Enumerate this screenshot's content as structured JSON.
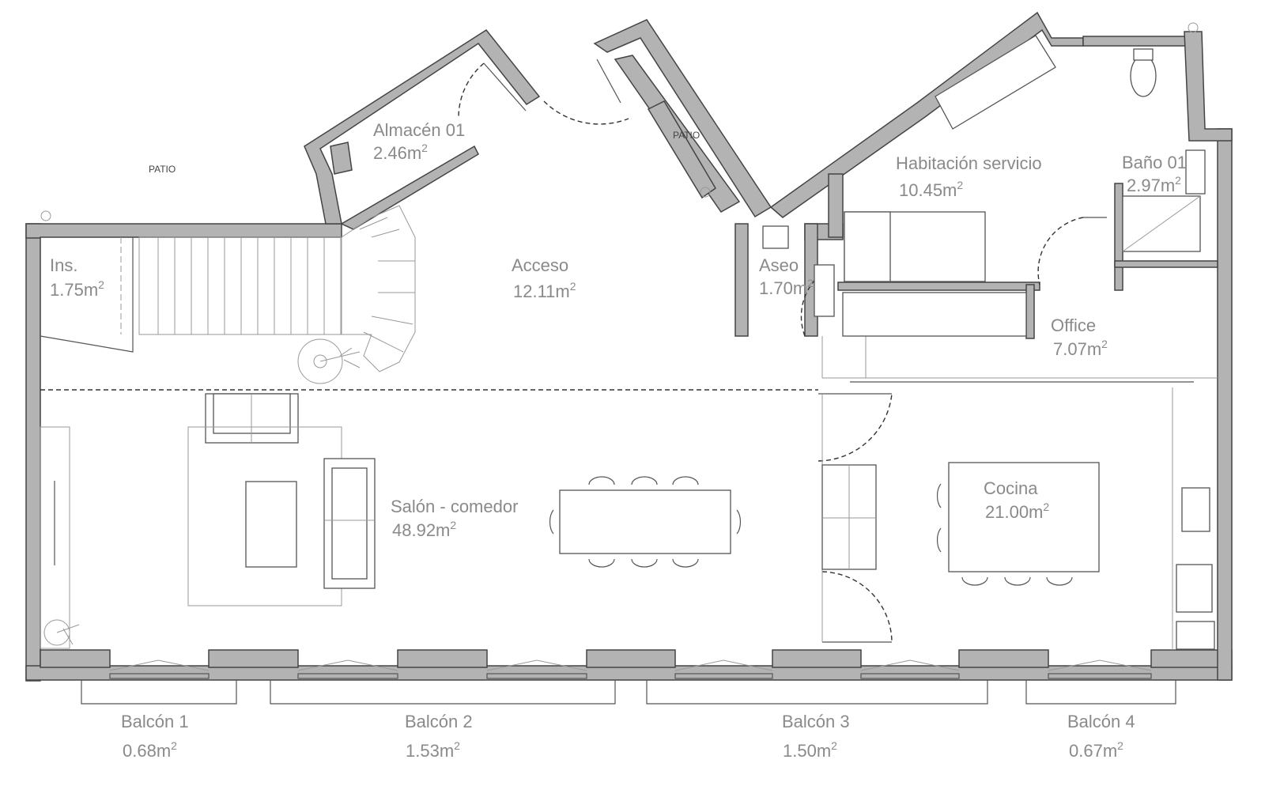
{
  "rooms": {
    "almacen": {
      "name": "Almacén 01",
      "area": "2.46m",
      "sup": "2"
    },
    "ins": {
      "name": "Ins.",
      "area": "1.75m",
      "sup": "2"
    },
    "acceso": {
      "name": "Acceso",
      "area": "12.11m",
      "sup": "2"
    },
    "aseo": {
      "name": "Aseo",
      "area": "1.70m",
      "sup": "2"
    },
    "habitacion": {
      "name": "Habitación servicio",
      "area": "10.45m",
      "sup": "2"
    },
    "bano": {
      "name": "Baño 01",
      "area": "2.97m",
      "sup": "2"
    },
    "office": {
      "name": "Office",
      "area": "7.07m",
      "sup": "2"
    },
    "salon": {
      "name": "Salón - comedor",
      "area": "48.92m",
      "sup": "2"
    },
    "cocina": {
      "name": "Cocina",
      "area": "21.00m",
      "sup": "2"
    }
  },
  "balconies": [
    {
      "name": "Balcón 1",
      "area": "0.68m",
      "sup": "2"
    },
    {
      "name": "Balcón 2",
      "area": "1.53m",
      "sup": "2"
    },
    {
      "name": "Balcón 3",
      "area": "1.50m",
      "sup": "2"
    },
    {
      "name": "Balcón 4",
      "area": "0.67m",
      "sup": "2"
    }
  ],
  "patios": {
    "left": "PATIO",
    "middle": "PATIO"
  },
  "colors": {
    "wall": "#b3b3b3",
    "outline": "#444444",
    "label": "#8a8a8a"
  }
}
